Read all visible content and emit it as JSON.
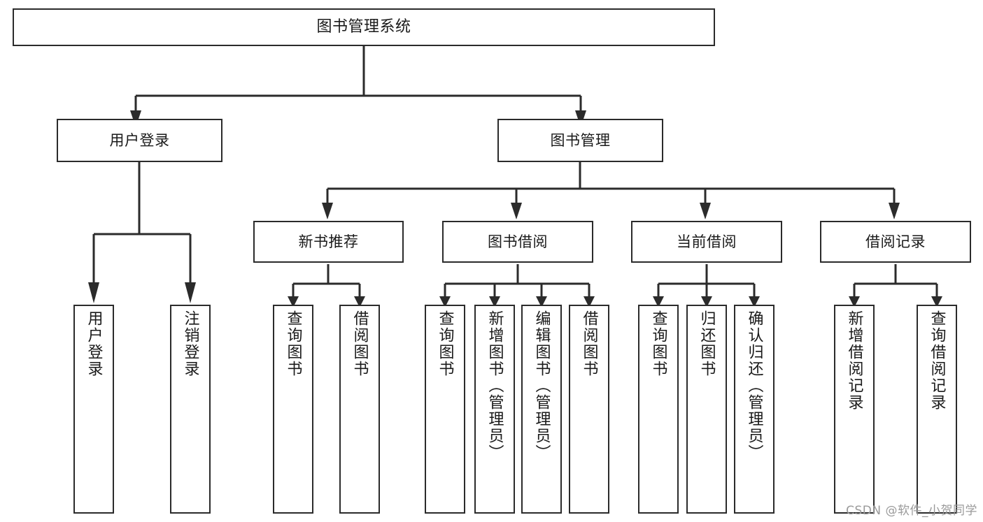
{
  "diagram": {
    "type": "tree-hierarchy",
    "root": {
      "label": "图书管理系统"
    },
    "level1": [
      {
        "label": "用户登录"
      },
      {
        "label": "图书管理"
      }
    ],
    "level2": [
      {
        "label": "新书推荐"
      },
      {
        "label": "图书借阅"
      },
      {
        "label": "当前借阅"
      },
      {
        "label": "借阅记录"
      }
    ],
    "leaves": {
      "user_login": [
        {
          "label": "用户登录"
        },
        {
          "label": "注销登录"
        }
      ],
      "new_book_recommend": [
        {
          "label": "查询图书"
        },
        {
          "label": "借阅图书"
        }
      ],
      "book_borrow": [
        {
          "label": "查询图书"
        },
        {
          "label": "新增图书（管理员）"
        },
        {
          "label": "编辑图书（管理员）"
        },
        {
          "label": "借阅图书"
        }
      ],
      "current_borrow": [
        {
          "label": "查询图书"
        },
        {
          "label": "归还图书"
        },
        {
          "label": "确认归还（管理员）"
        }
      ],
      "borrow_record": [
        {
          "label": "新增借阅记录"
        },
        {
          "label": "查询借阅记录"
        }
      ]
    }
  },
  "watermark": {
    "text": "CSDN @软件_小贺同学"
  },
  "colors": {
    "stroke": "#2b2b2b",
    "text": "#1a1a1a",
    "background": "#ffffff",
    "watermark": "#9a9a9a"
  }
}
